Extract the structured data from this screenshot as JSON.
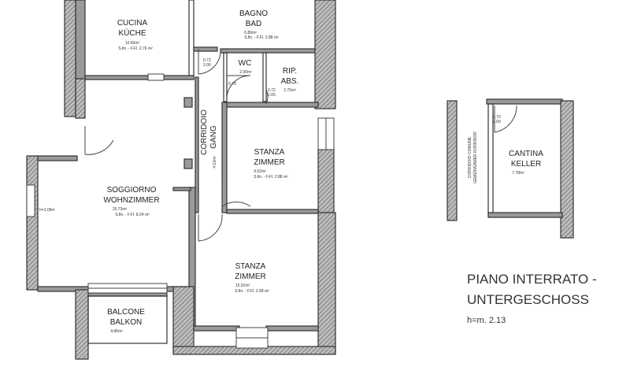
{
  "rooms": {
    "cucina": {
      "line1": "CUCINA",
      "line2": "KÜCHE",
      "area": "10.60m²",
      "info": "S.fin. - F.Fl. 2.76 m²"
    },
    "bagno": {
      "line1": "BAGNO",
      "line2": "BAD",
      "area": "6.80m²",
      "info": "S.fin. - F.Fl. 2.88 m²"
    },
    "wc": {
      "line1": "WC",
      "area": "2.00m²"
    },
    "rip": {
      "line1": "RIP.",
      "line2": "ABS.",
      "area": "2.70m²"
    },
    "corridoio": {
      "line1": "CORRIDOIO",
      "line2": "GANG",
      "area": "4.13m²"
    },
    "stanza1": {
      "line1": "STANZA",
      "line2": "ZIMMER",
      "area": "9.52m²",
      "info": "S.fin. - F.Fl. 2.88 m²"
    },
    "soggiorno": {
      "line1": "SOGGIORNO",
      "line2": "WOHNZIMMER",
      "area": "25.73m²",
      "info": "S.fin. - F.Fl. 8.24 m²",
      "height": "h=1.05m"
    },
    "stanza2": {
      "line1": "STANZA",
      "line2": "ZIMMER",
      "area": "15.01m²",
      "info": "S.fin. - F.Fl. 2.58 m²"
    },
    "balcone": {
      "line1": "BALCONE",
      "line2": "BALKON",
      "area": "4.86m²"
    },
    "cantina": {
      "line1": "CANTINA",
      "line2": "KELLER",
      "area": "7.78m²"
    }
  },
  "corridor_shared": {
    "line1": "CORRIDOIO COMUNE",
    "line2": "GEMEINSAMER KORRIDOR"
  },
  "door_dims": {
    "d1": "0.72",
    "d2": "2.00",
    "d3": "0.70",
    "d4": "0.72",
    "d5": "2.05"
  },
  "legend": {
    "line1": "PIANO INTERRATO -",
    "line2": "UNTERGESCHOSS",
    "height": "h=m. 2.13"
  }
}
